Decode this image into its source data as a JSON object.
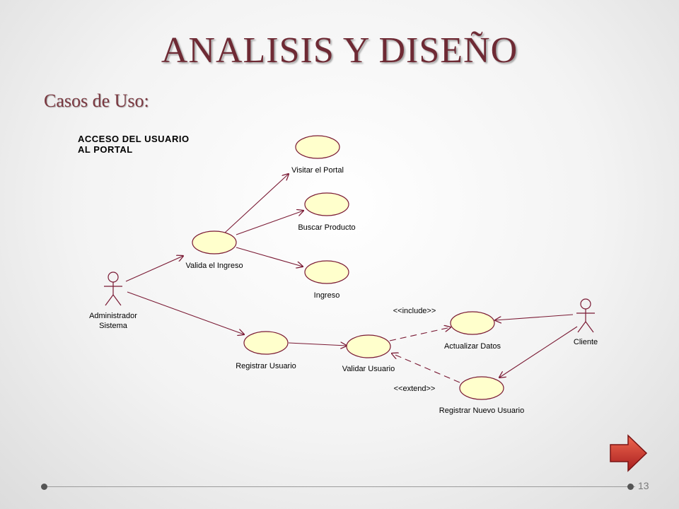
{
  "slide": {
    "title": "ANALISIS Y DISEÑO",
    "subtitle": "Casos de Uso:",
    "page_number": "13"
  },
  "diagram": {
    "label_line1": "ACCESO DEL USUARIO",
    "label_line2": "AL PORTAL",
    "actors": {
      "admin_line1": "Administrador",
      "admin_line2": "Sistema",
      "client": "Cliente"
    },
    "use_cases": {
      "visitar": "Visitar el Portal",
      "buscar": "Buscar Producto",
      "valida": "Valida el Ingreso",
      "ingreso": "Ingreso",
      "registrar": "Registrar Usuario",
      "validar": "Validar Usuario",
      "actualizar": "Actualizar Datos",
      "nuevo": "Registrar Nuevo Usuario"
    },
    "stereotypes": {
      "include": "<<include>>",
      "extend": "<<extend>>"
    }
  },
  "colors": {
    "title": "#6e2a34",
    "line": "#7a1a34",
    "use_case_fill": "#ffffcc",
    "next_button": "#c0392b"
  }
}
